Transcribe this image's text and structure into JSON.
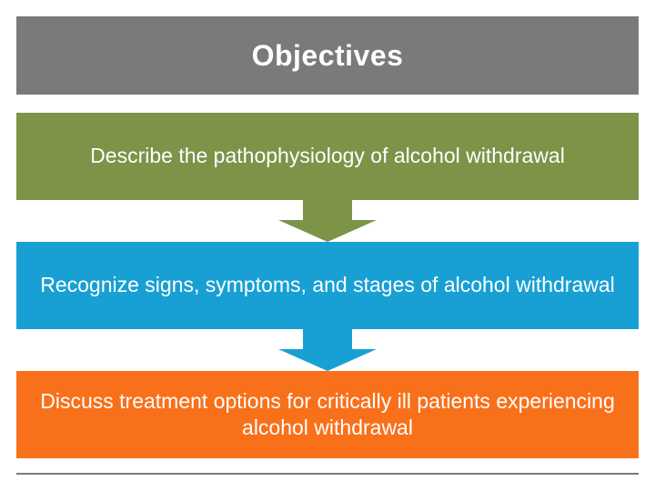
{
  "slide": {
    "title": "Objectives",
    "title_color": "#7b7979",
    "background": "#ffffff",
    "steps": [
      {
        "label": "Describe the pathophysiology of alcohol withdrawal",
        "color": "#7d9348"
      },
      {
        "label": "Recognize signs, symptoms, and stages of alcohol withdrawal",
        "color": "#18a0d4"
      },
      {
        "label": "Discuss treatment options for critically ill patients experiencing alcohol withdrawal",
        "color": "#f9701a"
      }
    ],
    "connectors": [
      {
        "name": "down-arrow-green",
        "color": "#7d9348"
      },
      {
        "name": "down-arrow-blue",
        "color": "#18a0d4"
      }
    ]
  }
}
